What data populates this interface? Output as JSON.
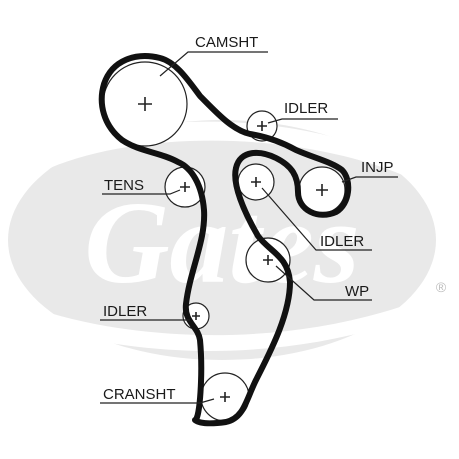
{
  "labels": {
    "camshaft": "CAMSHT",
    "idler_top": "IDLER",
    "injection_pump": "INJP",
    "tensioner": "TENS",
    "idler_middle": "IDLER",
    "water_pump": "WP",
    "idler_bottom": "IDLER",
    "crankshaft": "CRANSHT"
  },
  "watermark": {
    "brand": "Gates",
    "registered_mark": "®"
  }
}
